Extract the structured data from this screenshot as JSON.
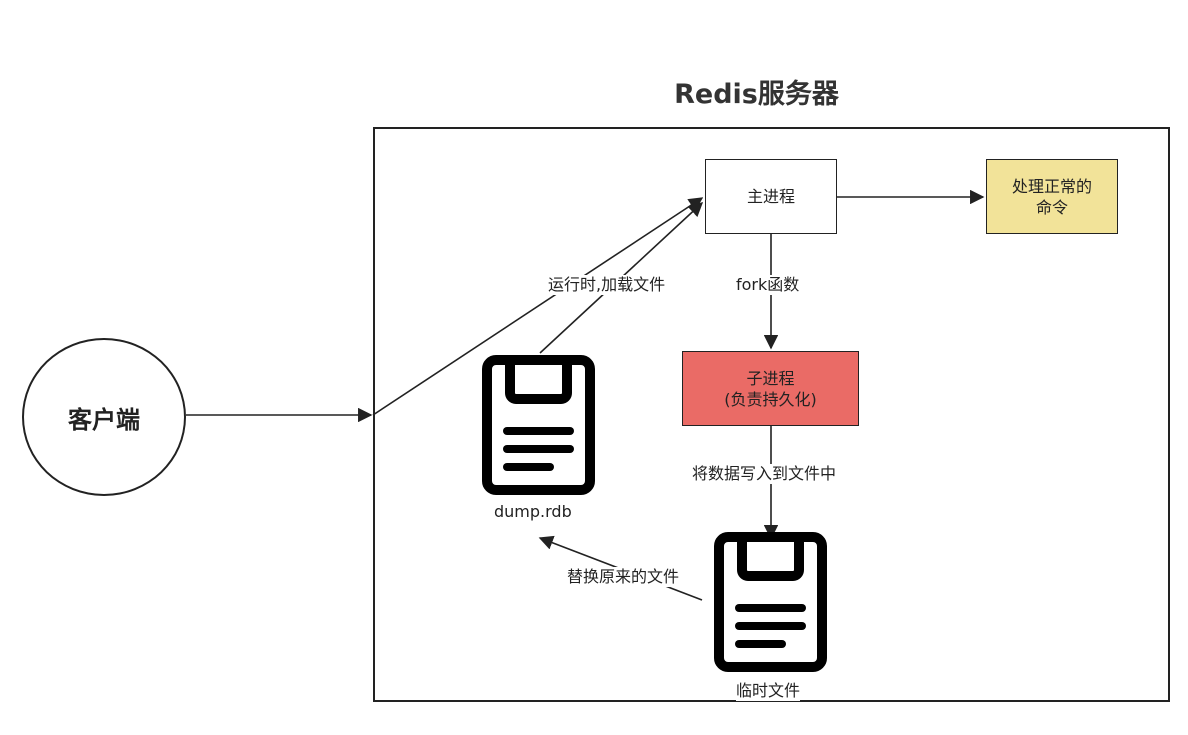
{
  "title": "Redis服务器",
  "client_label": "客户端",
  "main_process": "主进程",
  "normal_command": "处理正常的\n命令",
  "child_process": "子进程\n(负责持久化)",
  "edges": {
    "load_at_runtime": "运行时,加载文件",
    "fork": "fork函数",
    "write_data": "将数据写入到文件中",
    "replace_file": "替换原来的文件"
  },
  "files": {
    "dump": "dump.rdb",
    "temp": "临时文件"
  },
  "colors": {
    "normal_command_fill": "#f2e399",
    "child_process_fill": "#ea6b66",
    "stroke": "#222222"
  }
}
